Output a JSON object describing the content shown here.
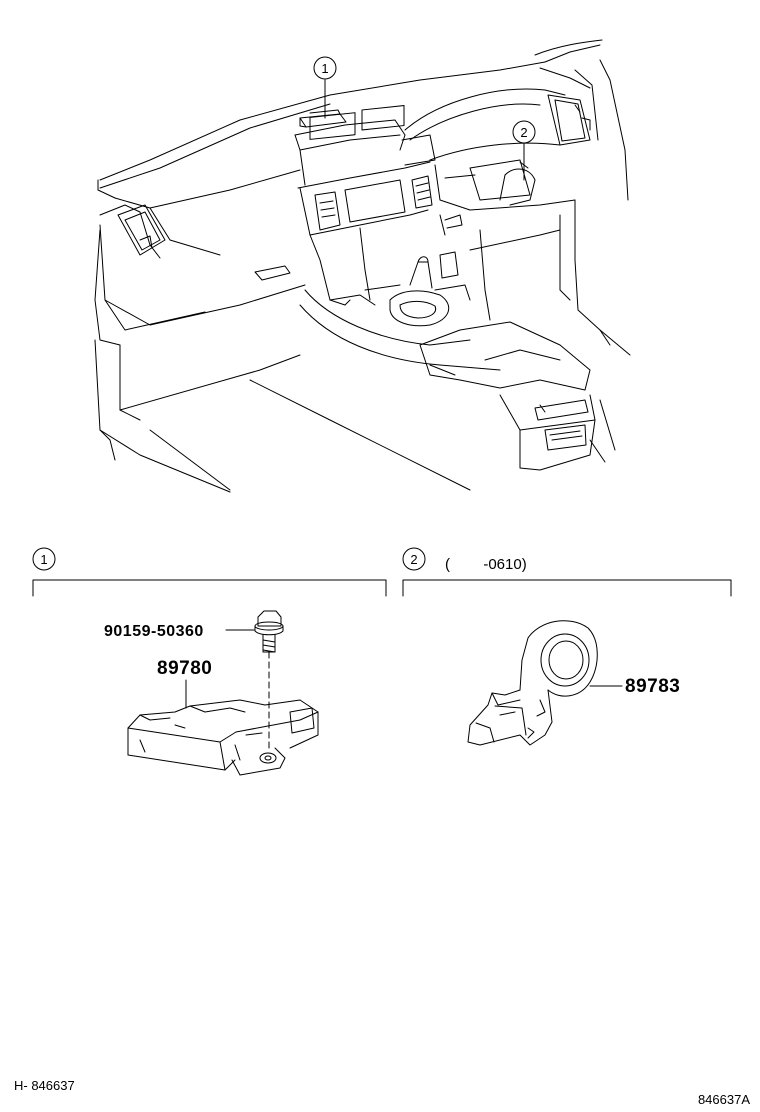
{
  "callouts": {
    "top_1": "1",
    "top_2": "2",
    "sec1": "1",
    "sec2": "2"
  },
  "section2_range": "(        -0610)",
  "parts": {
    "bolt": "90159-50360",
    "module": "89780",
    "sensor": "89783"
  },
  "footer": {
    "left": "H- 846637",
    "right": "846637A"
  }
}
